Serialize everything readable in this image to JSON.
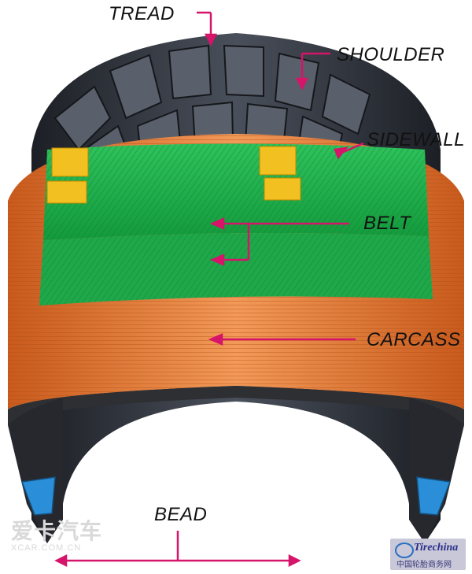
{
  "labels": {
    "tread": "TREAD",
    "shoulder": "SHOULDER",
    "sidewall": "SIDEWALL",
    "belt": "BELT",
    "carcass": "CARCASS",
    "bead": "BEAD"
  },
  "watermarks": {
    "left_main": "爱卡汽车",
    "left_sub": "XCAR.COM.CN",
    "right_brand": "Tirechina",
    "right_sub": "中国轮胎商务网"
  },
  "colors": {
    "arrow": "#d6146a",
    "tread_rubber": "#2b2f36",
    "carcass": "#e07a36",
    "belt": "#1fa84a",
    "bead_filler": "#f2c020",
    "bead_wire": "#2a8fd8"
  }
}
